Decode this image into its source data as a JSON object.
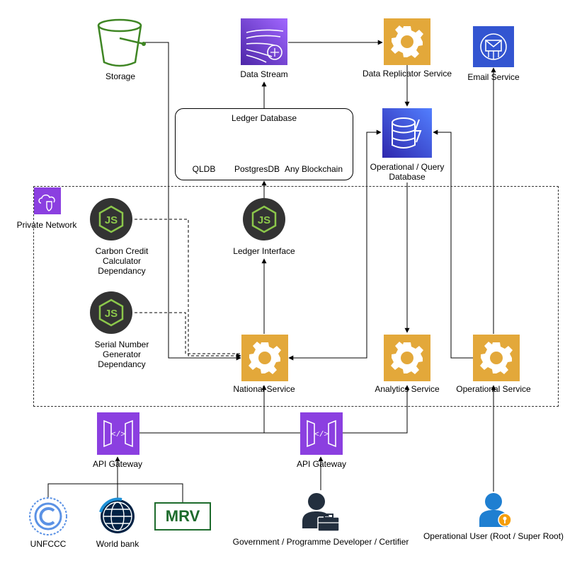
{
  "nodes": {
    "storage": "Storage",
    "data_stream": "Data Stream",
    "data_replicator": "Data Replicator Service",
    "email_service": "Email Service",
    "ledger_database": "Ledger Database",
    "qldb": "QLDB",
    "postgres": "PostgresDB",
    "any_blockchain": "Any Blockchain",
    "operational_db": "Operational / Query Database",
    "private_network": "Private Network",
    "carbon_credit": "Carbon Credit Calculator Dependancy",
    "ledger_interface": "Ledger Interface",
    "serial_number": "Serial Number Generator Dependancy",
    "national_service": "National Service",
    "analytics_service": "Analytics Service",
    "operational_service": "Operational Service",
    "api_gateway_1": "API Gateway",
    "api_gateway_2": "API Gateway",
    "unfccc": "UNFCCC",
    "world_bank": "World bank",
    "mrv": "MRV",
    "government": "Government / Programme Developer / Certifier",
    "operational_user": "Operational User (Root / Super Root)"
  },
  "icons": {
    "storage": "bucket-icon",
    "data_stream": "kinesis-stream-icon",
    "service": "gear-icon",
    "email": "email-icon",
    "qldb": "qldb-icon",
    "postgres": "postgres-elephant-icon",
    "blockchain": "blockchain-cubes-icon",
    "database": "dynamodb-icon",
    "nodejs": "nodejs-icon",
    "api_gateway": "api-gateway-icon",
    "unfccc": "unfccc-logo",
    "world_bank": "globe-icon",
    "user": "user-icon"
  },
  "colors": {
    "service_orange": "#e3a83a",
    "stream_purple": "#7b3ff2",
    "db_blue": "#2e52d9",
    "email_blue": "#3355d1",
    "node_dark": "#333333",
    "node_green": "#8cc84b",
    "gateway_purple": "#8b3fe0",
    "storage_green": "#3f8624",
    "user_blue": "#1f7fd1"
  }
}
